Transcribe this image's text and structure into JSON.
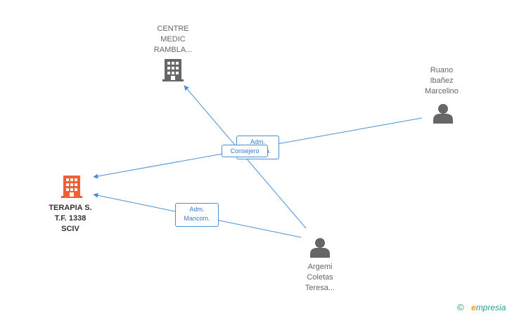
{
  "nodes": {
    "centre_medic": {
      "label": "CENTRE\nMEDIC\nRAMBLA...",
      "icon": "building-icon",
      "color": "#666666"
    },
    "ruano": {
      "label": "Ruano\nIbañez\nMarcelino",
      "icon": "person-icon",
      "color": "#666666"
    },
    "terapia": {
      "label": "TERAPIA S.\nT.F. 1338\nSCIV",
      "icon": "building-icon",
      "color": "#f06030"
    },
    "argemi": {
      "label": "Argemi\nColetas\nTeresa...",
      "icon": "person-icon",
      "color": "#666666"
    }
  },
  "edges": {
    "adm_man_1": "Adm.\nMancom.",
    "consejero": "Consejero",
    "adm_man_2": "Adm.\nMancom."
  },
  "edge_color": "#4a90d9",
  "brand": {
    "copyright": "©",
    "e_letter": "e",
    "name": "mpresia"
  }
}
